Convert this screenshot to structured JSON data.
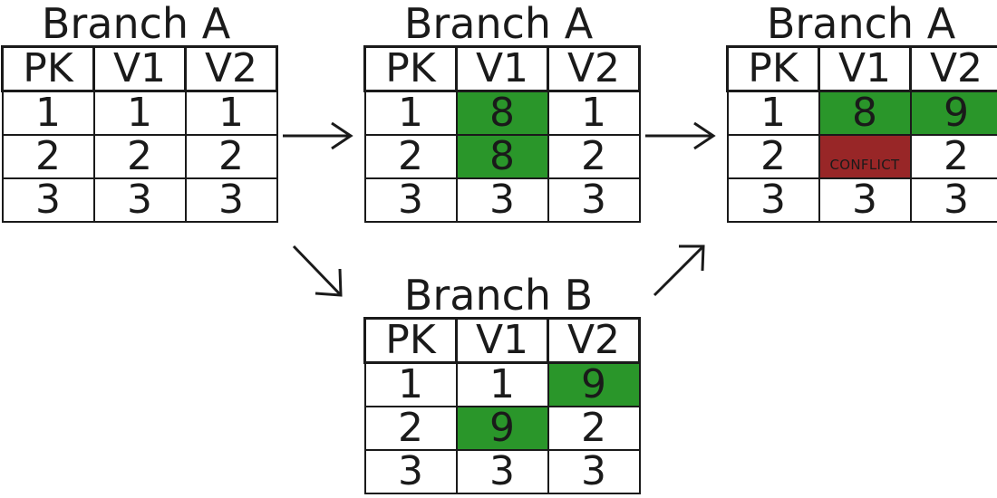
{
  "columns": [
    "PK",
    "V1",
    "V2"
  ],
  "colors": {
    "changed": "#2a962a",
    "conflict": "#982627",
    "line": "#1a1a1a"
  },
  "tables": [
    {
      "title": "Branch A",
      "rows": [
        [
          "1",
          "1",
          "1"
        ],
        [
          "2",
          "2",
          "2"
        ],
        [
          "3",
          "3",
          "3"
        ]
      ],
      "highlights": [
        [
          "none",
          "none",
          "none"
        ],
        [
          "none",
          "none",
          "none"
        ],
        [
          "none",
          "none",
          "none"
        ]
      ]
    },
    {
      "title": "Branch A",
      "rows": [
        [
          "1",
          "8",
          "1"
        ],
        [
          "2",
          "8",
          "2"
        ],
        [
          "3",
          "3",
          "3"
        ]
      ],
      "highlights": [
        [
          "none",
          "changed",
          "none"
        ],
        [
          "none",
          "changed",
          "none"
        ],
        [
          "none",
          "none",
          "none"
        ]
      ]
    },
    {
      "title": "Branch A",
      "rows": [
        [
          "1",
          "8",
          "9"
        ],
        [
          "2",
          "CONFLICT",
          "2"
        ],
        [
          "3",
          "3",
          "3"
        ]
      ],
      "highlights": [
        [
          "none",
          "changed",
          "changed"
        ],
        [
          "none",
          "conflict",
          "none"
        ],
        [
          "none",
          "none",
          "none"
        ]
      ]
    },
    {
      "title": "Branch B",
      "rows": [
        [
          "1",
          "1",
          "9"
        ],
        [
          "2",
          "9",
          "2"
        ],
        [
          "3",
          "3",
          "3"
        ]
      ],
      "highlights": [
        [
          "none",
          "none",
          "changed"
        ],
        [
          "none",
          "changed",
          "none"
        ],
        [
          "none",
          "none",
          "none"
        ]
      ]
    }
  ]
}
